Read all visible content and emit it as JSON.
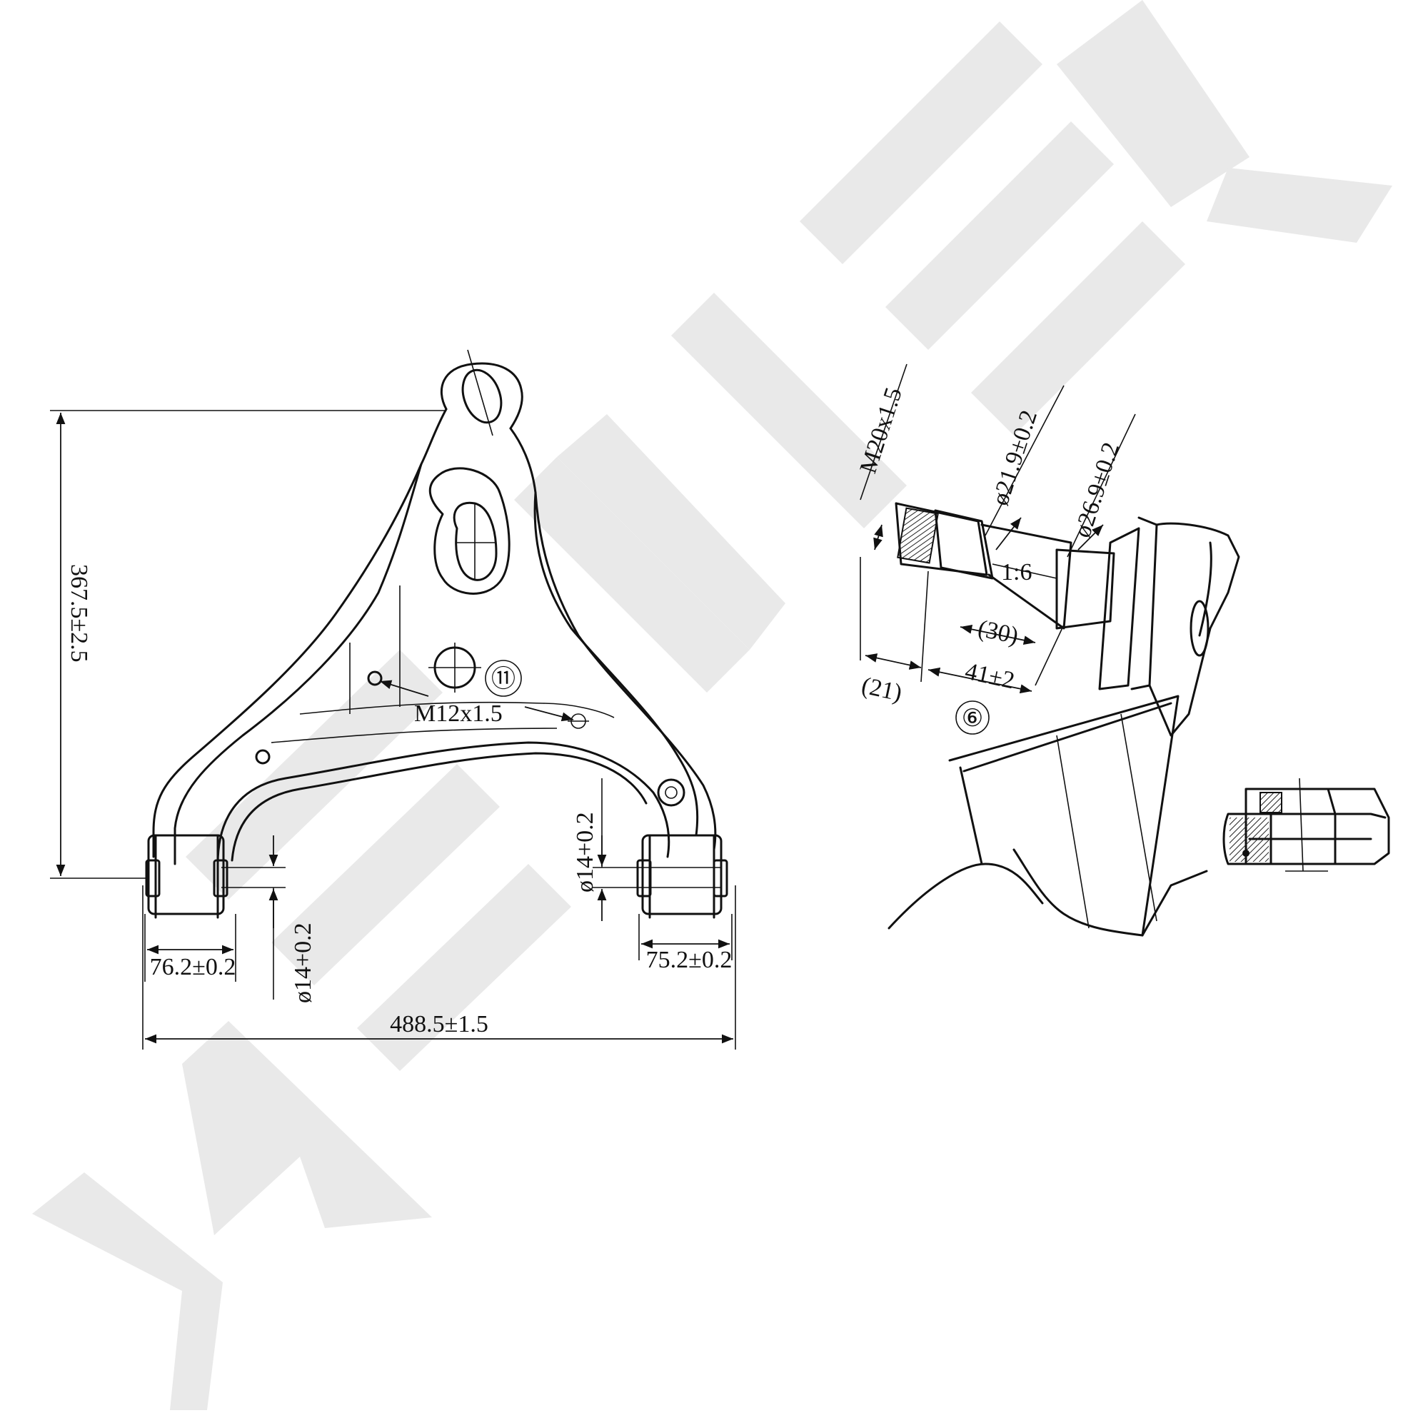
{
  "watermark": {
    "text": "ZENNEK",
    "color": "#e9e9e9"
  },
  "main_view": {
    "dimensions": {
      "height": "367.5±2.5",
      "overall_width": "488.5±1.5",
      "left_bushing_width": "76.2±0.2",
      "right_bushing_width": "75.2±0.2",
      "left_bore": "ø14+0.2",
      "right_bore": "ø14+0.2"
    },
    "thread_label": "M12x1.5",
    "callout": "⑪"
  },
  "ball_joint_view": {
    "thread": "M20x1.5",
    "dia_small": "ø21.9±0.2",
    "dia_large": "ø26.9±0.2",
    "taper": "1:6",
    "length_30": "(30)",
    "length_21": "(21)",
    "length_41": "41±2",
    "callout": "⑥"
  },
  "nut_view": {}
}
